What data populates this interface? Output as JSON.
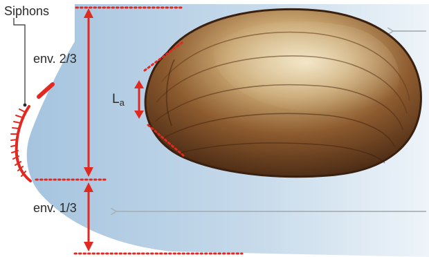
{
  "labels": {
    "siphons": "Siphons",
    "env_upper": "env. 2/3",
    "env_lower": "env. 1/3",
    "anterior_length_main": "L",
    "anterior_length_sub": "a"
  },
  "colors": {
    "annotation": "#e02a21",
    "flow_arrows": "#a9b0b6",
    "water_zone_light": "#eef4f9",
    "water_zone_dark": "#a6c4df",
    "shell_dark": "#4a2a14",
    "shell_mid": "#8c5a2e",
    "shell_light": "#e4d2aa"
  },
  "icons": {
    "flow_arrows": "left-pointing-arrow",
    "dimension_markers": "double-headed-arrow"
  }
}
